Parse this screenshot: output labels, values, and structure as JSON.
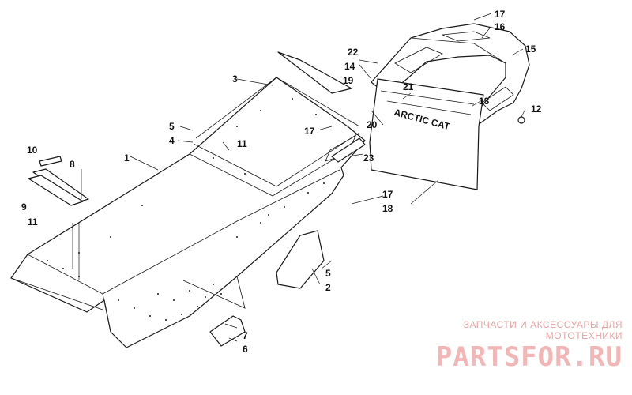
{
  "diagram": {
    "callouts": [
      {
        "id": "c1",
        "text": "1"
      },
      {
        "id": "c2",
        "text": "2"
      },
      {
        "id": "c3",
        "text": "3"
      },
      {
        "id": "c4",
        "text": "4"
      },
      {
        "id": "c5a",
        "text": "5"
      },
      {
        "id": "c5b",
        "text": "5"
      },
      {
        "id": "c6",
        "text": "6"
      },
      {
        "id": "c7",
        "text": "7"
      },
      {
        "id": "c8",
        "text": "8"
      },
      {
        "id": "c9",
        "text": "9"
      },
      {
        "id": "c10",
        "text": "10"
      },
      {
        "id": "c11a",
        "text": "11"
      },
      {
        "id": "c11b",
        "text": "11"
      },
      {
        "id": "c12",
        "text": "12"
      },
      {
        "id": "c13",
        "text": "13"
      },
      {
        "id": "c14",
        "text": "14"
      },
      {
        "id": "c15",
        "text": "15"
      },
      {
        "id": "c16",
        "text": "16"
      },
      {
        "id": "c17a",
        "text": "17"
      },
      {
        "id": "c17b",
        "text": "17"
      },
      {
        "id": "c17c",
        "text": "17"
      },
      {
        "id": "c18",
        "text": "18"
      },
      {
        "id": "c19",
        "text": "19"
      },
      {
        "id": "c20",
        "text": "20"
      },
      {
        "id": "c21",
        "text": "21"
      },
      {
        "id": "c22",
        "text": "22"
      },
      {
        "id": "c23",
        "text": "23"
      }
    ],
    "flap_logo": "ARCTIC CAT"
  },
  "watermark": {
    "tagline": "ЗАПЧАСТИ И АКСЕССУАРЫ ДЛЯ МОТОТЕХНИКИ",
    "brand": "PARTSFOR.RU"
  }
}
